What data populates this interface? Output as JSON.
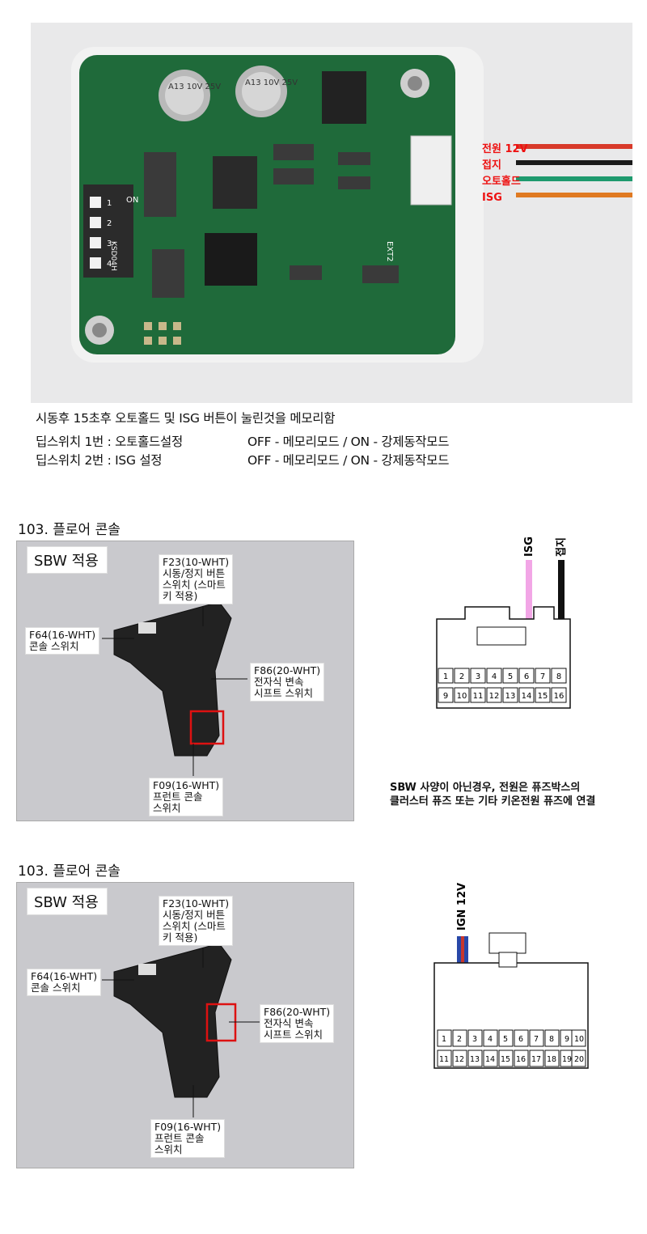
{
  "photo": {
    "wire_labels": [
      "전원 12V",
      "접지",
      "오토홀드",
      "ISG"
    ],
    "wire_colors": [
      "#d83a2a",
      "#1a1a1a",
      "#1e9a6e",
      "#e07a22"
    ],
    "board_markings": {
      "cap1": "A13 10V 25V",
      "cap2": "A13 10V 25V",
      "dip_on": "ON",
      "dip_numbers": [
        "1",
        "2",
        "3",
        "4"
      ],
      "dip_model": "KSD04H",
      "connector_label": "EXT2"
    }
  },
  "description": {
    "line1": "시동후 15초후 오토홀드 및 ISG 버튼이 눌린것을 메모리함",
    "dip1_label": "딥스위치 1번 : 오토홀드설정",
    "dip1_value": "OFF - 메모리모드 / ON - 강제동작모드",
    "dip2_label": "딥스위치 2번 : ISG 설정",
    "dip2_value": "OFF - 메모리모드 / ON - 강제동작모드"
  },
  "section1": {
    "title": "103. 플로어 콘솔",
    "sbw": "SBW 적용",
    "callouts": {
      "f23": "F23(10-WHT)\n시동/정지 버튼\n스위치 (스마트\n키 적용)",
      "f64": "F64(16-WHT)\n콘솔 스위치",
      "f86": "F86(20-WHT)\n전자식 변속\n시프트 스위치",
      "f09": "F09(16-WHT)\n프런트 콘솔\n스위치"
    },
    "connector": {
      "wire_labels": [
        "ISG",
        "접지"
      ],
      "wire_colors": [
        "#f2a6e6",
        "#111111"
      ],
      "top_row": [
        "1",
        "2",
        "3",
        "4",
        "5",
        "6",
        "7",
        "8"
      ],
      "bottom_row": [
        "9",
        "10",
        "11",
        "12",
        "13",
        "14",
        "15",
        "16"
      ]
    },
    "note_line1": "SBW 사양이 아닌경우, 전원은 퓨즈박스의",
    "note_line2": "클러스터 퓨즈 또는 기타 키온전원 퓨즈에 연결"
  },
  "section2": {
    "title": "103. 플로어 콘솔",
    "sbw": "SBW 적용",
    "callouts": {
      "f23": "F23(10-WHT)\n시동/정지 버튼\n스위치 (스마트\n키 적용)",
      "f64": "F64(16-WHT)\n콘솔 스위치",
      "f86": "F86(20-WHT)\n전자식 변속\n시프트 스위치",
      "f09": "F09(16-WHT)\n프런트 콘솔\n스위치"
    },
    "connector": {
      "wire_labels": [
        "IGN 12V"
      ],
      "wire_colors": [
        "#c8372d",
        "#2848a8"
      ],
      "top_row": [
        "1",
        "2",
        "3",
        "4",
        "5",
        "6",
        "7",
        "8",
        "9",
        "10"
      ],
      "bottom_row": [
        "11",
        "12",
        "13",
        "14",
        "15",
        "16",
        "17",
        "18",
        "19",
        "20"
      ]
    }
  }
}
